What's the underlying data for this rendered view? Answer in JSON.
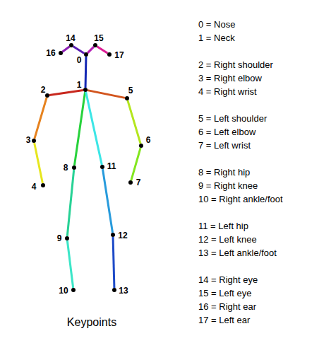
{
  "diagram": {
    "caption": "Keypoints",
    "nodes": [
      {
        "text": [
          "0"
        ]
      },
      {
        "text": [
          "1"
        ]
      },
      {
        "text": [
          "2"
        ]
      },
      {
        "text": [
          "3"
        ]
      },
      {
        "text": [
          "4"
        ]
      },
      {
        "text": [
          "5"
        ]
      },
      {
        "text": [
          "6"
        ]
      },
      {
        "text": [
          "7"
        ]
      },
      {
        "text": [
          "8"
        ]
      },
      {
        "text": [
          "9"
        ]
      },
      {
        "text": [
          "10"
        ]
      },
      {
        "text": [
          "11"
        ]
      },
      {
        "text": [
          "12"
        ]
      },
      {
        "text": [
          "13"
        ]
      },
      {
        "text": [
          "14"
        ]
      },
      {
        "text": [
          "15"
        ]
      },
      {
        "text": [
          "16"
        ]
      },
      {
        "text": [
          "17"
        ]
      }
    ],
    "edges": [
      {
        "from": 1,
        "to": 2,
        "arrow": "none"
      },
      {
        "from": 2,
        "to": 3,
        "arrow": "none"
      },
      {
        "from": 3,
        "to": 4,
        "arrow": "none"
      },
      {
        "from": 1,
        "to": 5,
        "arrow": "none"
      },
      {
        "from": 5,
        "to": 6,
        "arrow": "none"
      },
      {
        "from": 6,
        "to": 7,
        "arrow": "none"
      },
      {
        "from": 1,
        "to": 8,
        "arrow": "none"
      },
      {
        "from": 8,
        "to": 9,
        "arrow": "none"
      },
      {
        "from": 9,
        "to": 10,
        "arrow": "none"
      },
      {
        "from": 1,
        "to": 11,
        "arrow": "none"
      },
      {
        "from": 11,
        "to": 12,
        "arrow": "none"
      },
      {
        "from": 12,
        "to": 13,
        "arrow": "none"
      },
      {
        "from": 1,
        "to": 0,
        "arrow": "none"
      },
      {
        "from": 0,
        "to": 14,
        "arrow": "none"
      },
      {
        "from": 14,
        "to": 16,
        "arrow": "none"
      },
      {
        "from": 0,
        "to": 15,
        "arrow": "none"
      },
      {
        "from": 15,
        "to": 17,
        "arrow": "none"
      }
    ],
    "labels": [
      "0 = Nose",
      "1 = Neck",
      "2 = Right shoulder",
      "3 = Right elbow",
      "4 = Right wrist",
      "5 = Left shoulder",
      "6 = Left elbow",
      "7 = Left wrist",
      "8 = Right hip",
      "9 = Right knee",
      "10 = Right ankle/foot",
      "11 = Left hip",
      "12 = Left knee",
      "13 = Left ankle/foot",
      "14 = Right eye",
      "15 = Left eye",
      "16 = Right ear",
      "17 = Left ear"
    ]
  }
}
